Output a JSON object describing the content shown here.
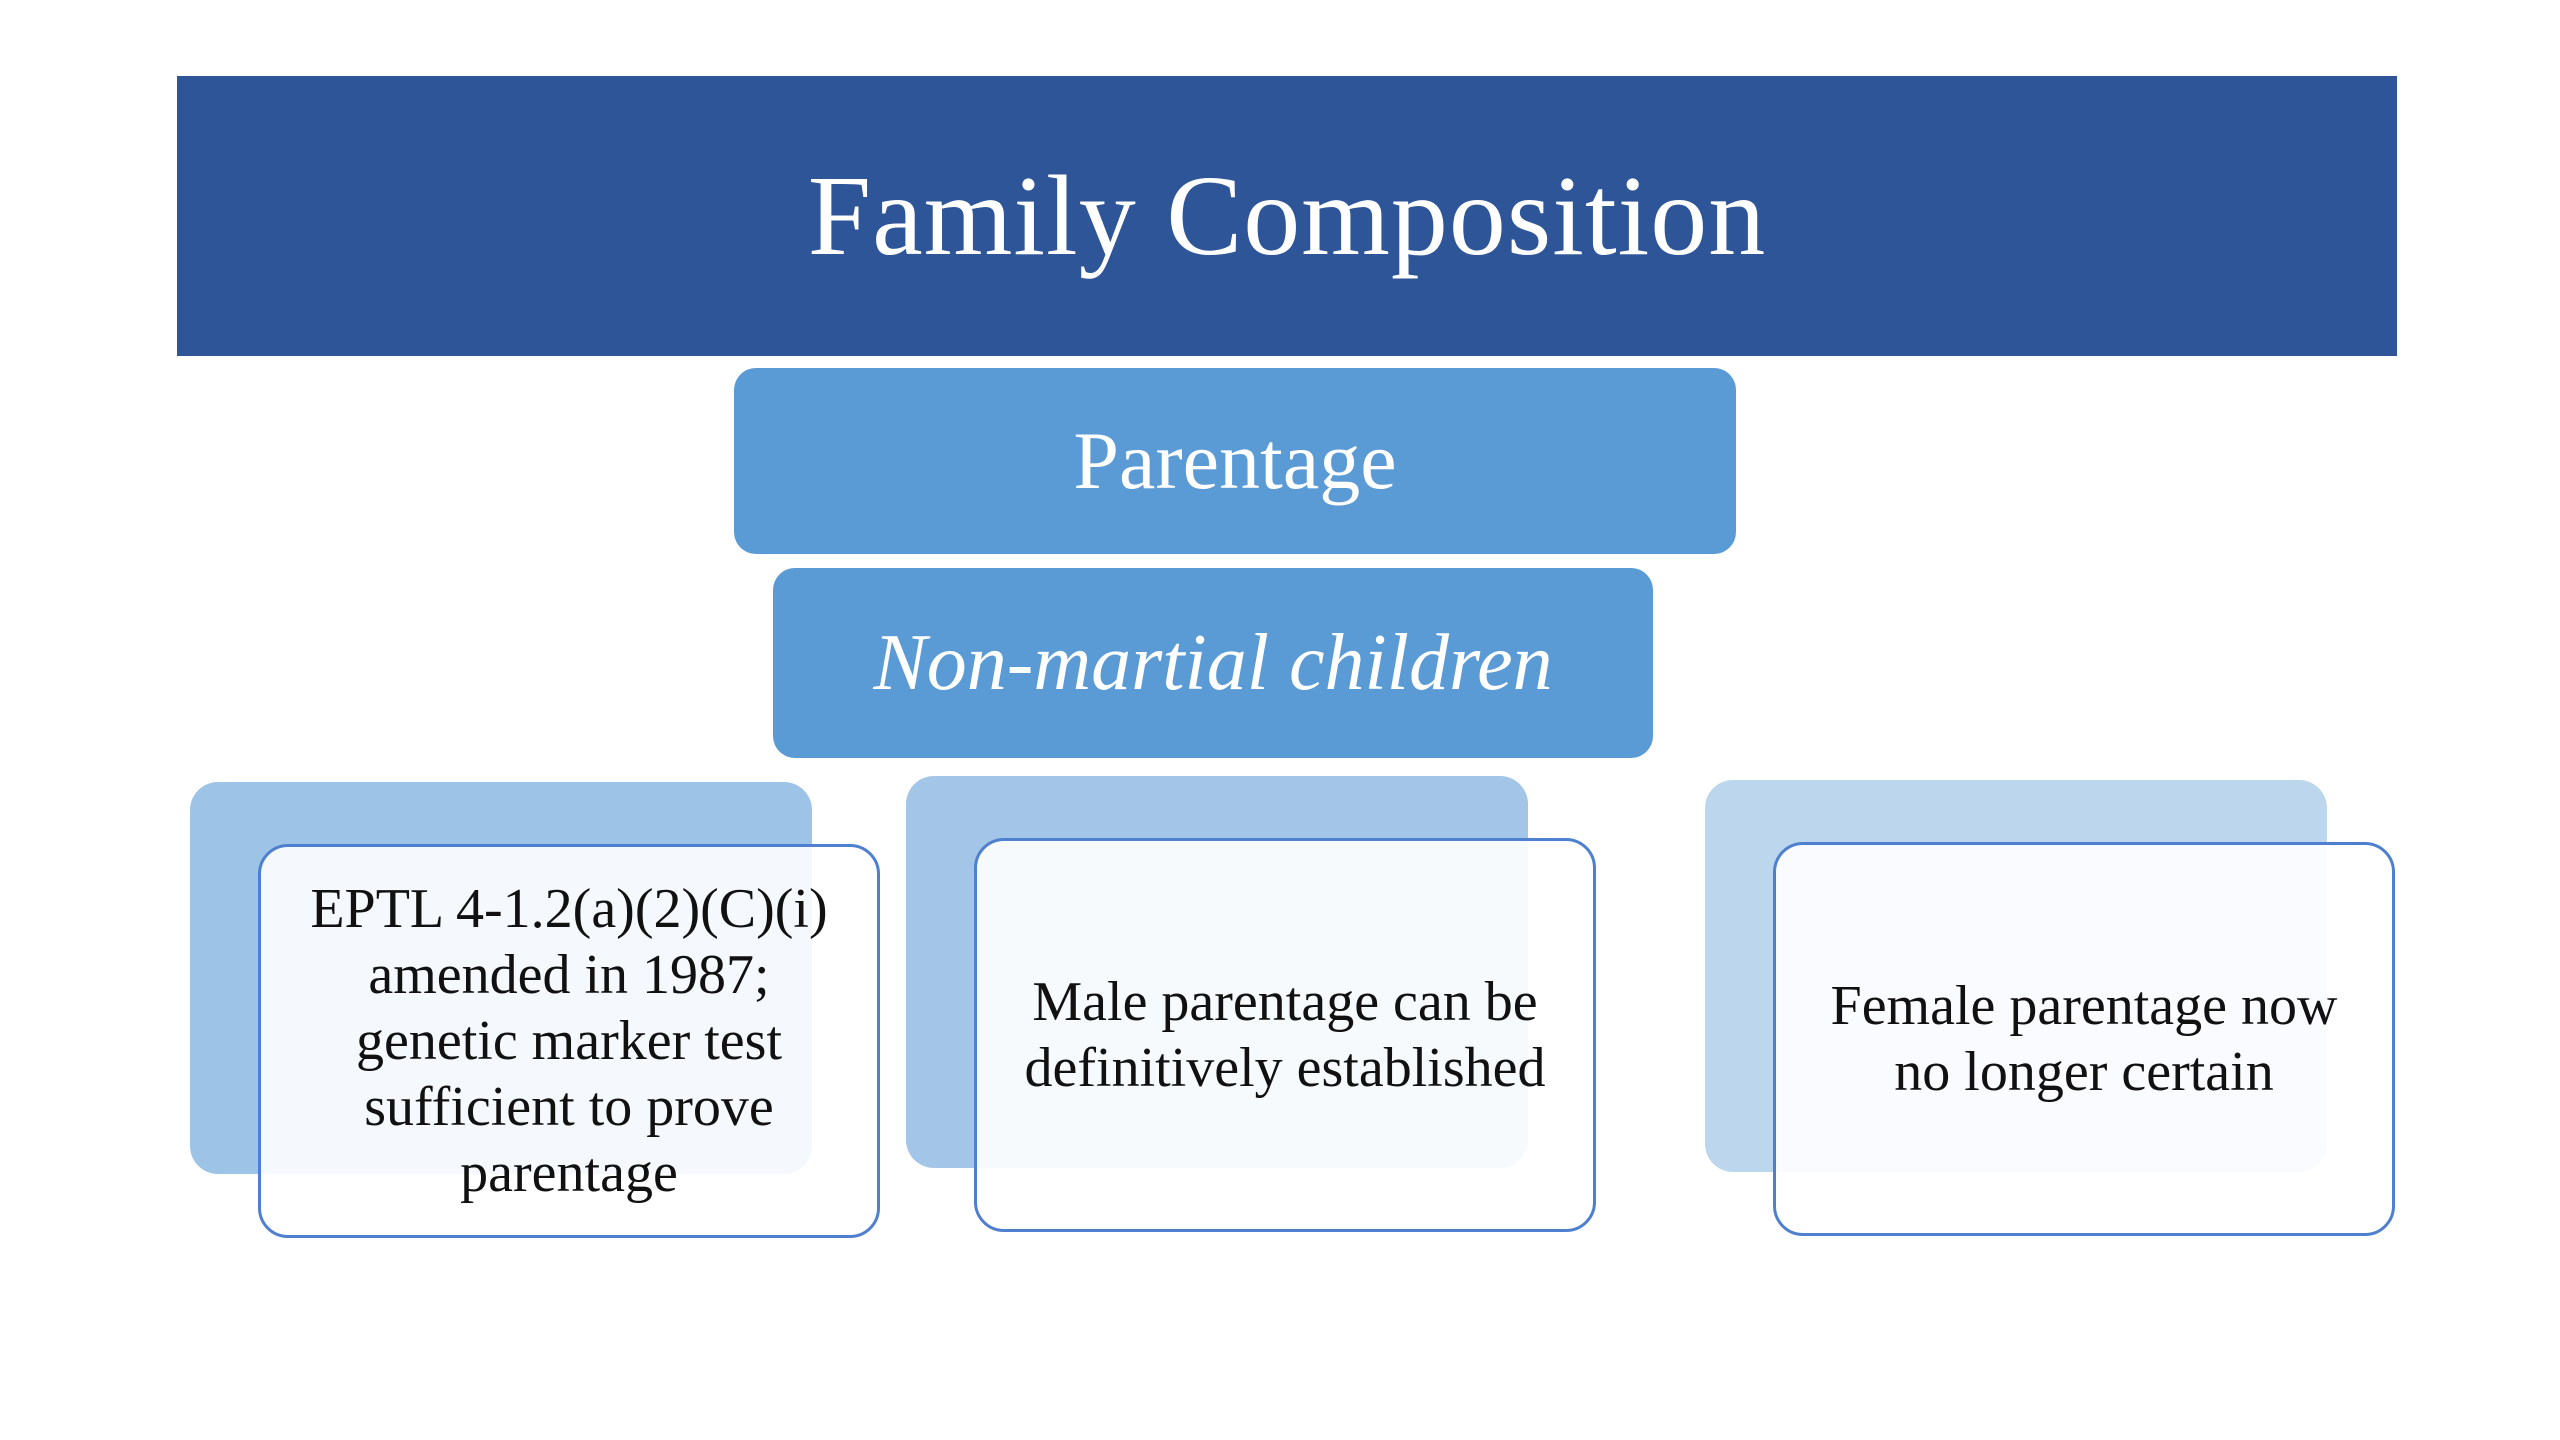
{
  "title": "Family Composition",
  "level1": {
    "label": "Parentage"
  },
  "level2": {
    "label": "Non-martial children"
  },
  "leaves": [
    {
      "text": "EPTL 4-1.2(a)(2)(C)(i) amended in 1987; genetic marker test sufficient to prove parentage"
    },
    {
      "text": "Male parentage can be definitively established"
    },
    {
      "text": "Female parentage now no longer certain"
    }
  ],
  "colors": {
    "title_band": "#2e5597",
    "level_box": "#5b9bd5",
    "leaf_border": "#4f7fcf",
    "leaf_back": "#9dc3e6"
  }
}
